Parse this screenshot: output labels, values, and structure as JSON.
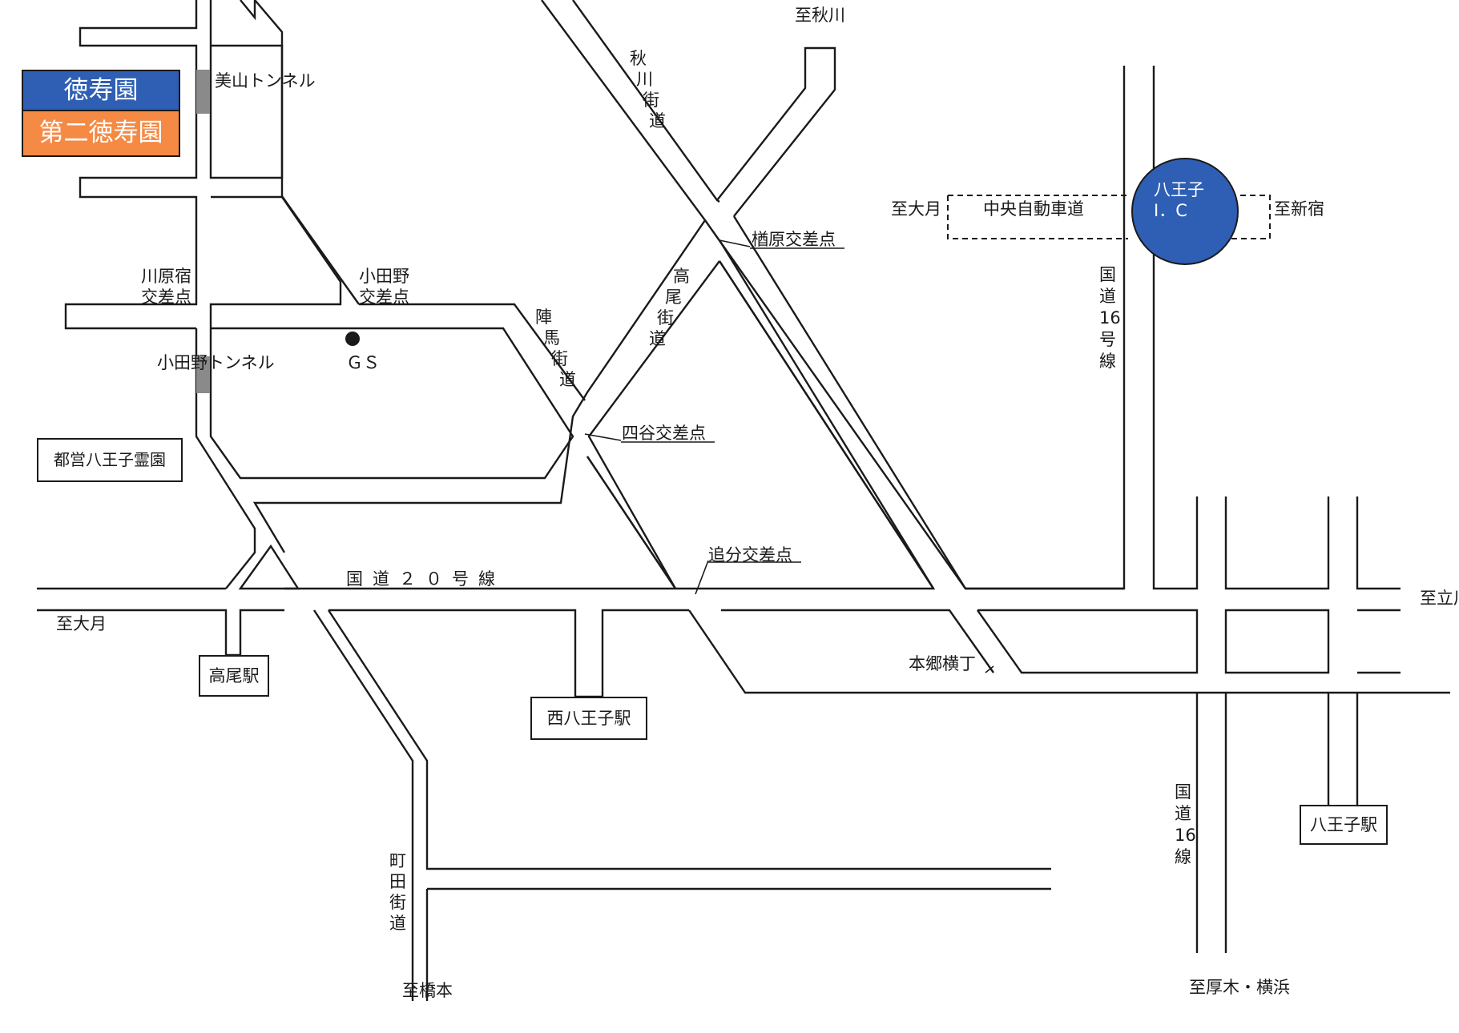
{
  "legend": {
    "primary": {
      "label": "徳寿園",
      "color": "#2e5fb5"
    },
    "secondary": {
      "label": "第二徳寿園",
      "color": "#f58a45"
    }
  },
  "colors": {
    "ic_circle": "#2e5fb5",
    "road": "#1a1a1a",
    "tunnel": "#8a8a8a"
  },
  "tunnels": {
    "miyama": "美山トンネル",
    "odano": "小田野トンネル"
  },
  "gas_station": "ＧＳ",
  "intersections": {
    "kawarajuku": [
      "川原宿",
      "交差点"
    ],
    "odano": [
      "小田野",
      "交差点"
    ],
    "narahara": "楢原交差点",
    "yotsuya": "四谷交差点",
    "oiwake": "追分交差点",
    "hongo_yokocho": "本郷横丁"
  },
  "roads": {
    "akigawa_kaido": "秋川街道",
    "takao_kaido": "高尾街道",
    "jinba_kaido": "陣馬街道",
    "machida_kaido": "町田街道",
    "route20": "国道２０号線",
    "route16_north": "国道16号線",
    "route16_south": "国道16線",
    "chuo_expressway": "中央自動車道"
  },
  "interchange": {
    "line1": "八王子",
    "line2": "I．C"
  },
  "destinations": {
    "akigawa": "至秋川",
    "otsuki_expressway": "至大月",
    "shinjuku": "至新宿",
    "otsuki_route20": "至大月",
    "tachikawa": "至立川",
    "hashimoto": "至橋本",
    "atsugi_yokohama": "至厚木・横浜"
  },
  "stations": {
    "takao": "高尾駅",
    "nishi_hachioji": "西八王子駅",
    "hachioji": "八王子駅"
  },
  "landmarks": {
    "cemetery": "都営八王子霊園"
  }
}
